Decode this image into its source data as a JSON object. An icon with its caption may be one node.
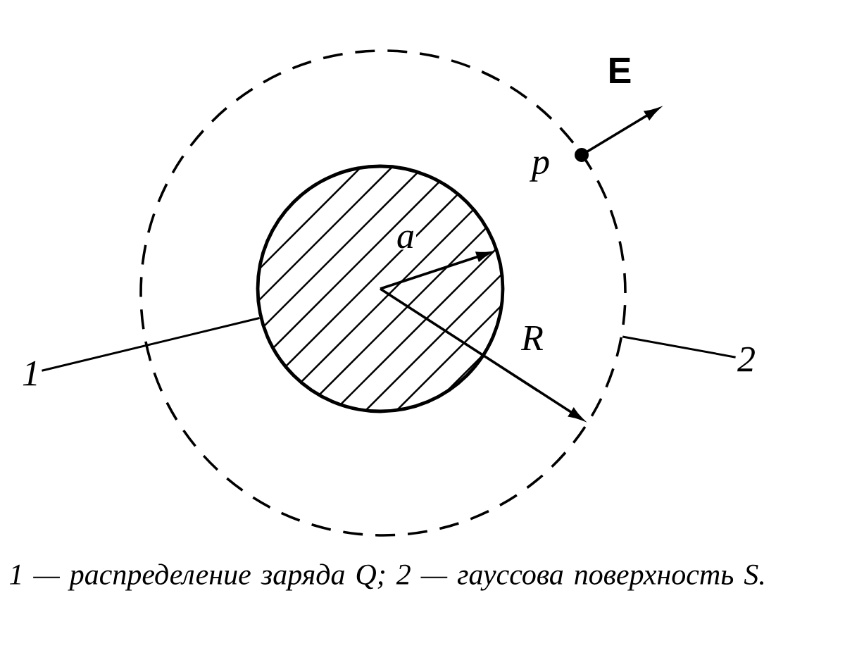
{
  "diagram": {
    "caption": "1 — распределение заряда Q; 2 — гауссова поверхность S.",
    "nodes": [
      {
        "text": [
          "1"
        ]
      },
      {
        "text": [],
        "shape": "circle"
      },
      {
        "text": [
          "2"
        ]
      },
      {
        "text": [],
        "shape": "circle"
      }
    ],
    "edges": [
      {
        "from": 0,
        "to": 1,
        "arrow": "none"
      },
      {
        "from": 2,
        "to": 3,
        "arrow": "none"
      }
    ],
    "labels": [
      "E",
      "p",
      "a",
      "R"
    ]
  }
}
